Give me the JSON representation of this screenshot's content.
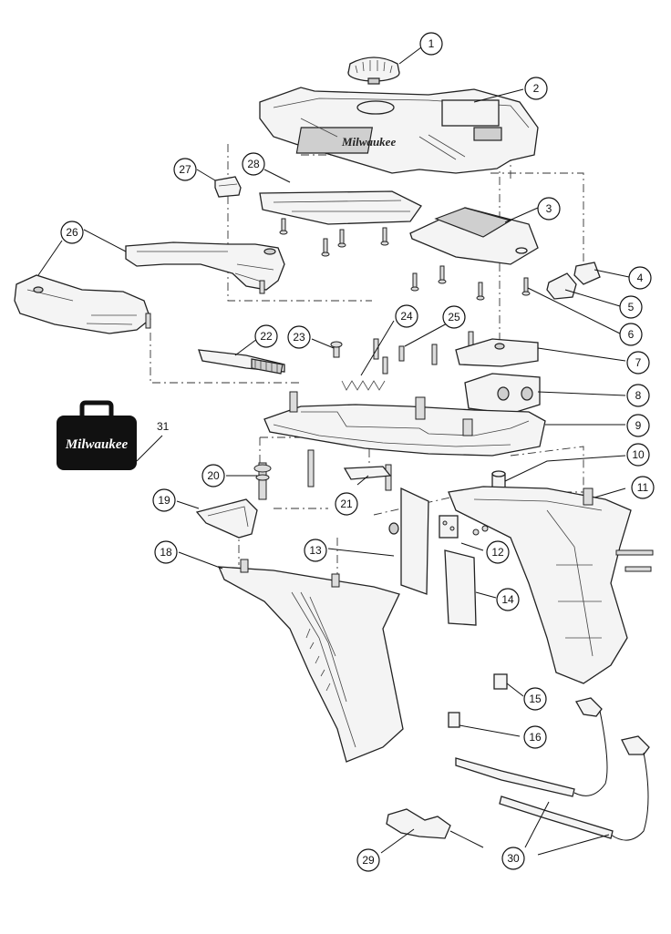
{
  "diagram": {
    "brand_text": "Milwaukee",
    "callouts": [
      {
        "id": "callout-1",
        "label": "1"
      },
      {
        "id": "callout-2",
        "label": "2"
      },
      {
        "id": "callout-3",
        "label": "3"
      },
      {
        "id": "callout-4",
        "label": "4"
      },
      {
        "id": "callout-5",
        "label": "5"
      },
      {
        "id": "callout-6",
        "label": "6"
      },
      {
        "id": "callout-7",
        "label": "7"
      },
      {
        "id": "callout-8",
        "label": "8"
      },
      {
        "id": "callout-9",
        "label": "9"
      },
      {
        "id": "callout-10",
        "label": "10"
      },
      {
        "id": "callout-11",
        "label": "11"
      },
      {
        "id": "callout-12",
        "label": "12"
      },
      {
        "id": "callout-13",
        "label": "13"
      },
      {
        "id": "callout-14",
        "label": "14"
      },
      {
        "id": "callout-15",
        "label": "15"
      },
      {
        "id": "callout-16",
        "label": "16"
      },
      {
        "id": "callout-18",
        "label": "18"
      },
      {
        "id": "callout-19",
        "label": "19"
      },
      {
        "id": "callout-20",
        "label": "20"
      },
      {
        "id": "callout-21",
        "label": "21"
      },
      {
        "id": "callout-22",
        "label": "22"
      },
      {
        "id": "callout-23",
        "label": "23"
      },
      {
        "id": "callout-24",
        "label": "24"
      },
      {
        "id": "callout-25",
        "label": "25"
      },
      {
        "id": "callout-26",
        "label": "26"
      },
      {
        "id": "callout-27",
        "label": "27"
      },
      {
        "id": "callout-28",
        "label": "28"
      },
      {
        "id": "callout-29",
        "label": "29"
      },
      {
        "id": "callout-30",
        "label": "30"
      }
    ],
    "case_label": "31"
  }
}
